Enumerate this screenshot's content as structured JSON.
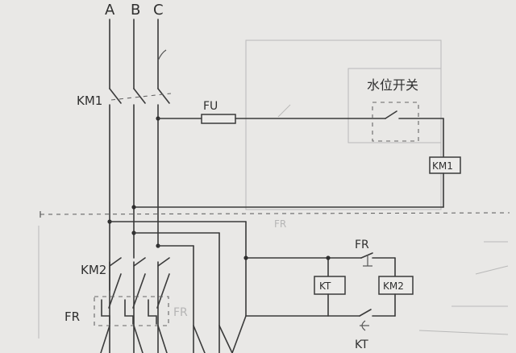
{
  "phases": [
    "A",
    "B",
    "C"
  ],
  "labels": {
    "km1_contact": "KM1",
    "fuse": "FU",
    "float_switch": "水位开关",
    "km1_coil": "KM1",
    "km2_contact": "KM2",
    "fr_left": "FR",
    "fr_right": "FR",
    "fr_contact": "FR",
    "kt_coil": "KT",
    "km2_coil": "KM2",
    "kt_contact": "KT"
  }
}
